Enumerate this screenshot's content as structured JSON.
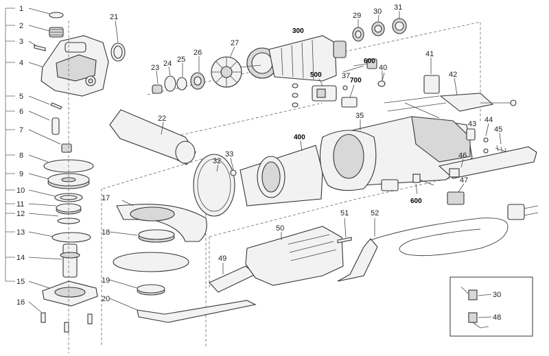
{
  "labels": {
    "p1": "1",
    "p2": "2",
    "p3": "3",
    "p4": "4",
    "p5": "5",
    "p6": "6",
    "p7": "7",
    "p8": "8",
    "p9": "9",
    "p10": "10",
    "p11": "11",
    "p12": "12",
    "p13": "13",
    "p14": "14",
    "p15": "15",
    "p16": "16",
    "p17": "17",
    "p18": "18",
    "p19": "19",
    "p20": "20",
    "p21": "21",
    "p22": "22",
    "p23": "23",
    "p24": "24",
    "p25": "25",
    "p26": "26",
    "p27": "27",
    "p29": "29",
    "p30": "30",
    "p31": "31",
    "p32": "32",
    "p33": "33",
    "p35": "35",
    "p37": "37",
    "p40": "40",
    "p41": "41",
    "p42": "42",
    "p43": "43",
    "p44": "44",
    "p45": "45",
    "p46": "46",
    "p47": "47",
    "p49": "49",
    "p50": "50",
    "p51": "51",
    "p52": "52",
    "p300": "300",
    "p400": "400",
    "p500": "500",
    "p600a": "600",
    "p600b": "600",
    "p700": "700",
    "inset30": "30",
    "inset48": "48"
  }
}
